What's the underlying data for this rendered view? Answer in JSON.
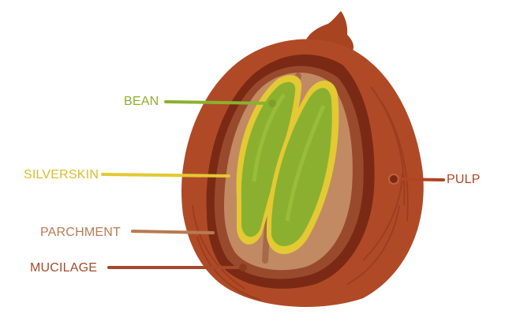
{
  "diagram": {
    "labels": {
      "bean": "BEAN",
      "silverskin": "SILVERSKIN",
      "parchment": "PARCHMENT",
      "mucilage": "MUCILAGE",
      "pulp": "PULP"
    },
    "colors": {
      "bean": "#8bb030",
      "silverskin": "#e3c933",
      "parchment": "#b97a52",
      "mucilage": "#a44a2a",
      "pulp": "#b14423"
    }
  }
}
